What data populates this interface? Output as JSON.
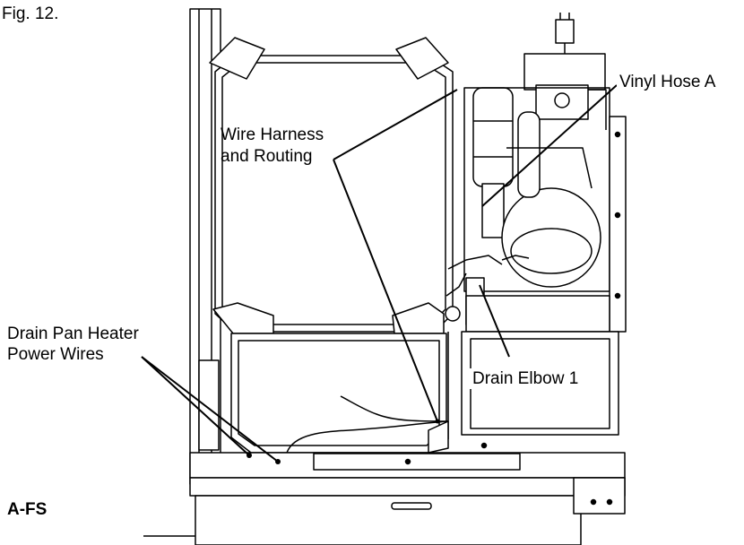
{
  "figure_label": "Fig. 12.",
  "model_label": "A-FS",
  "callouts": {
    "wire_harness_line1": "Wire Harness",
    "wire_harness_line2": "and Routing",
    "vinyl_hose": "Vinyl Hose A",
    "drain_pan_line1": "Drain Pan Heater",
    "drain_pan_line2": "Power Wires",
    "drain_elbow": "Drain Elbow 1"
  }
}
